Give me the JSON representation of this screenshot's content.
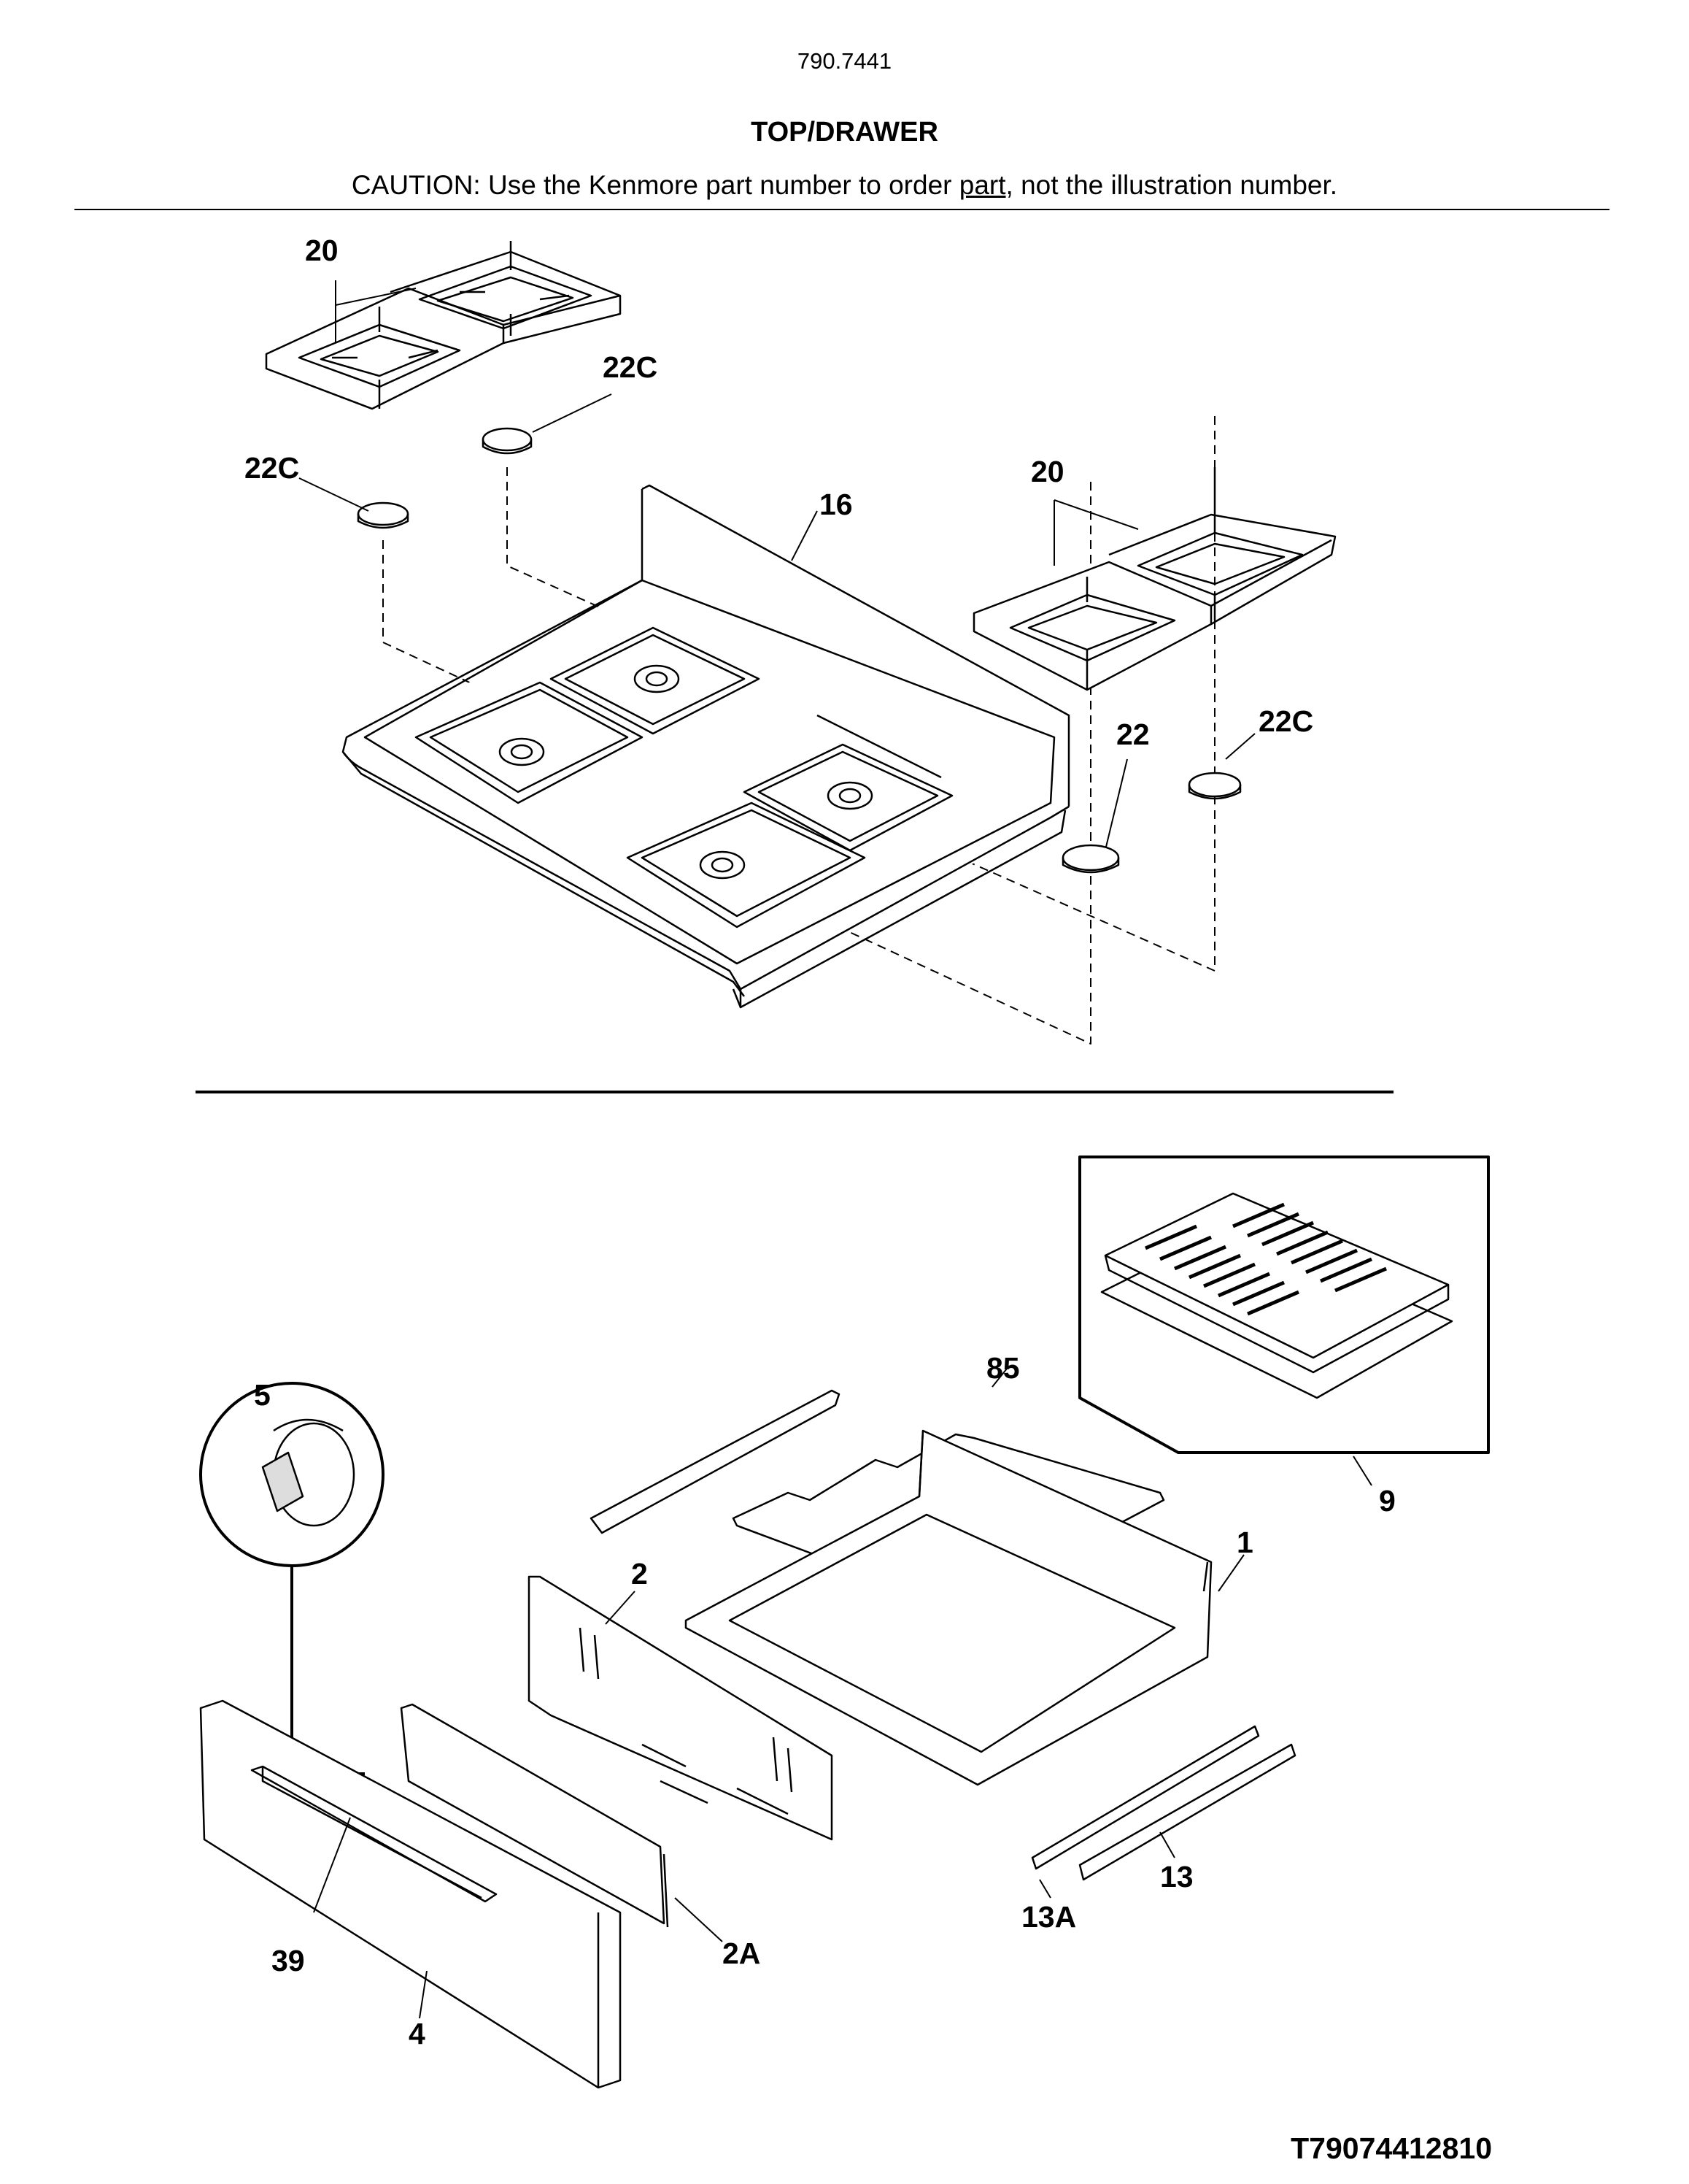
{
  "header": {
    "model_number": "790.7441",
    "section_title": "TOP/DRAWER",
    "caution_before": "CAUTION: Use the Kenmore part number to order ",
    "caution_underlined": "part",
    "caution_after": ", not the illustration number."
  },
  "callouts": {
    "top_left_grates": "20",
    "top_left_cap_right": "22C",
    "top_left_cap_left": "22C",
    "cooktop": "16",
    "top_right_grates": "20",
    "cap_22": "22",
    "top_right_cap": "22C",
    "knob": "5",
    "drawer_rack": "85",
    "broiler_pan": "9",
    "drawer_back": "2",
    "drawer_body": "1",
    "drawer_front_inner": "2A",
    "handle": "39",
    "drawer_front": "4",
    "slide_left": "13A",
    "slide_right": "13"
  },
  "footer": {
    "figure_code": "T79074412810"
  }
}
